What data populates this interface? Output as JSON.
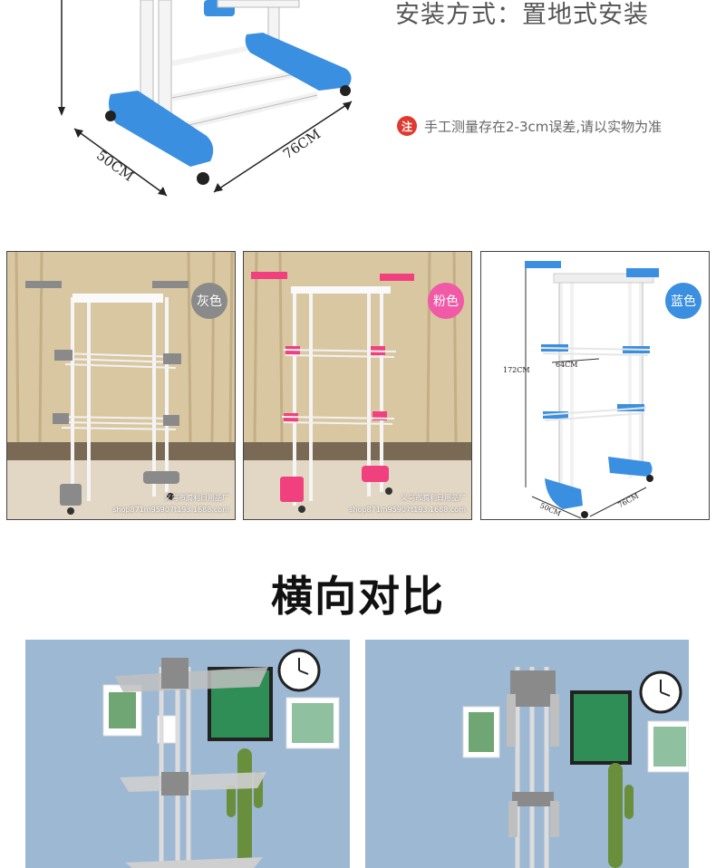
{
  "top": {
    "install_method": "安装方式：置地式安装",
    "note_badge": "注",
    "note_text": "手工测量存在2-3cm误差,请以实物为准",
    "dim_depth": "50CM",
    "dim_length": "76CM"
  },
  "variants": [
    {
      "color_label": "灰色",
      "badge_color": "#8a8a8a",
      "watermark_line1": "义乌市腾利日用品厂",
      "watermark_line2": "shop871m95907t193.1688.com"
    },
    {
      "color_label": "粉色",
      "badge_color": "#f05aa7",
      "watermark_line1": "义乌市腾利日用品厂",
      "watermark_line2": "shop871m95907t193.1688.com"
    },
    {
      "color_label": "蓝色",
      "badge_color": "#3a8fe0",
      "height_label": "172CM",
      "width_label": "64CM",
      "depth_label": "50CM",
      "length_label": "76CM"
    }
  ],
  "comparison": {
    "title": "横向对比"
  },
  "colors": {
    "accent_blue": "#3a8fe0",
    "accent_pink": "#f05aa7",
    "accent_gray": "#8a8a8a",
    "note_red": "#e03a2e"
  }
}
